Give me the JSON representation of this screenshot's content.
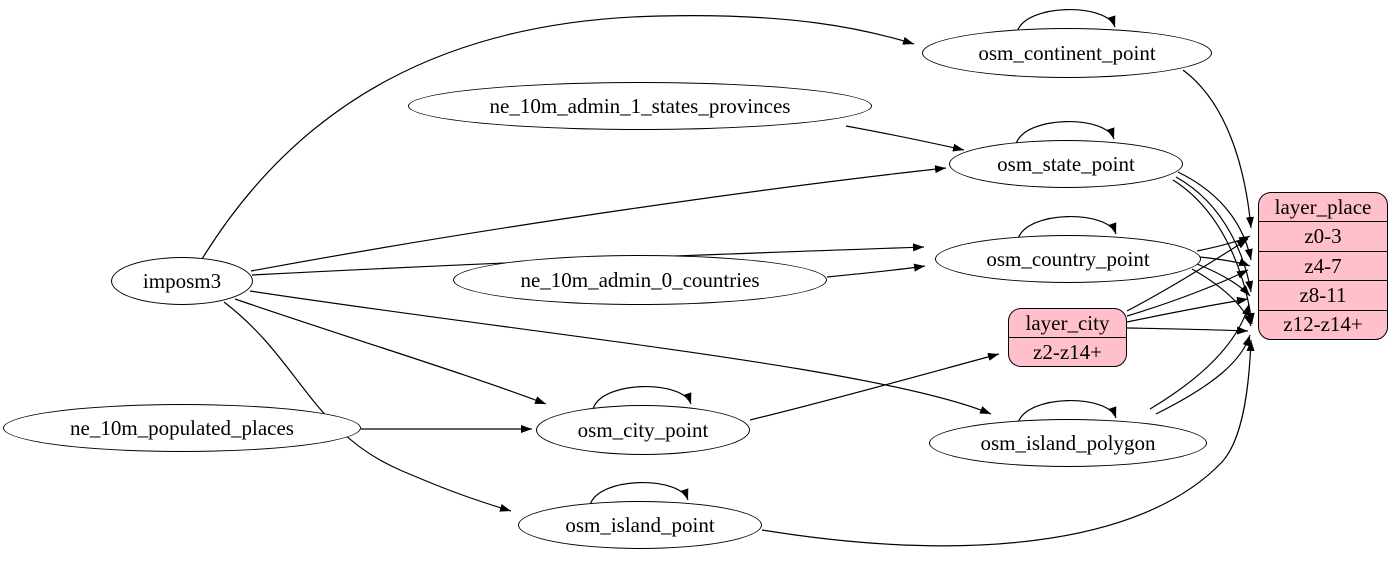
{
  "diagram": {
    "colors": {
      "background": "#ffffff",
      "node_fill": "#ffffff",
      "node_stroke": "#000000",
      "record_fill": "#ffc0cb",
      "edge_color": "#000000"
    },
    "nodes": {
      "imposm3": {
        "label": "imposm3"
      },
      "ne_10m_admin_1_states_provinces": {
        "label": "ne_10m_admin_1_states_provinces"
      },
      "ne_10m_admin_0_countries": {
        "label": "ne_10m_admin_0_countries"
      },
      "ne_10m_populated_places": {
        "label": "ne_10m_populated_places"
      },
      "osm_continent_point": {
        "label": "osm_continent_point"
      },
      "osm_state_point": {
        "label": "osm_state_point"
      },
      "osm_country_point": {
        "label": "osm_country_point"
      },
      "osm_city_point": {
        "label": "osm_city_point"
      },
      "osm_island_polygon": {
        "label": "osm_island_polygon"
      },
      "osm_island_point": {
        "label": "osm_island_point"
      }
    },
    "records": {
      "layer_city": {
        "title": "layer_city",
        "rows": [
          "z2-z14+"
        ]
      },
      "layer_place": {
        "title": "layer_place",
        "rows": [
          "z0-3",
          "z4-7",
          "z8-11",
          "z12-z14+"
        ]
      }
    },
    "edges": [
      {
        "from": "imposm3",
        "to": "osm_continent_point"
      },
      {
        "from": "imposm3",
        "to": "osm_state_point"
      },
      {
        "from": "imposm3",
        "to": "osm_country_point"
      },
      {
        "from": "imposm3",
        "to": "osm_city_point"
      },
      {
        "from": "imposm3",
        "to": "osm_island_polygon"
      },
      {
        "from": "imposm3",
        "to": "osm_island_point"
      },
      {
        "from": "ne_10m_admin_1_states_provinces",
        "to": "osm_state_point"
      },
      {
        "from": "ne_10m_admin_0_countries",
        "to": "osm_country_point"
      },
      {
        "from": "ne_10m_populated_places",
        "to": "osm_city_point"
      },
      {
        "from": "osm_continent_point",
        "to": "osm_continent_point"
      },
      {
        "from": "osm_state_point",
        "to": "osm_state_point"
      },
      {
        "from": "osm_country_point",
        "to": "osm_country_point"
      },
      {
        "from": "osm_city_point",
        "to": "osm_city_point"
      },
      {
        "from": "osm_island_polygon",
        "to": "osm_island_polygon"
      },
      {
        "from": "osm_island_point",
        "to": "osm_island_point"
      },
      {
        "from": "osm_continent_point",
        "to": "layer_place:z0-3"
      },
      {
        "from": "osm_state_point",
        "to": "layer_place:z4-7"
      },
      {
        "from": "osm_state_point",
        "to": "layer_place:z8-11"
      },
      {
        "from": "osm_state_point",
        "to": "layer_place:z12-z14+"
      },
      {
        "from": "osm_country_point",
        "to": "layer_place:z0-3"
      },
      {
        "from": "osm_country_point",
        "to": "layer_place:z4-7"
      },
      {
        "from": "osm_country_point",
        "to": "layer_place:z8-11"
      },
      {
        "from": "osm_country_point",
        "to": "layer_place:z12-z14+"
      },
      {
        "from": "osm_city_point",
        "to": "layer_city:z2-z14+"
      },
      {
        "from": "layer_city",
        "to": "layer_place:z0-3"
      },
      {
        "from": "layer_city",
        "to": "layer_place:z4-7"
      },
      {
        "from": "layer_city",
        "to": "layer_place:z8-11"
      },
      {
        "from": "layer_city",
        "to": "layer_place:z12-z14+"
      },
      {
        "from": "osm_island_polygon",
        "to": "layer_place:z8-11"
      },
      {
        "from": "osm_island_polygon",
        "to": "layer_place:z12-z14+"
      },
      {
        "from": "osm_island_point",
        "to": "layer_place:z12-z14+"
      }
    ]
  }
}
